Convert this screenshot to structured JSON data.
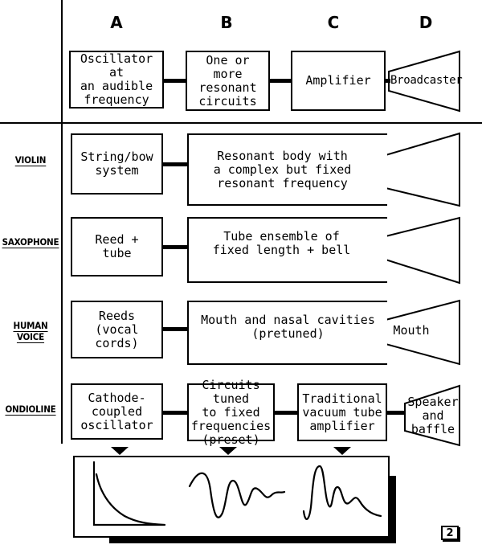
{
  "columns": [
    "A",
    "B",
    "C",
    "D"
  ],
  "header_row": {
    "a": "Oscillator at\nan audible\nfrequency",
    "b": "One or\nmore\nresonant\ncircuits",
    "c": "Amplifier",
    "d": "Broadcaster"
  },
  "rows": [
    {
      "label": "VIOLIN",
      "a": "String/bow\nsystem",
      "b": "Resonant body with\na complex but fixed\nresonant frequency"
    },
    {
      "label": "SAXOPHONE",
      "a": "Reed +\ntube",
      "b": "Tube ensemble of\nfixed length + bell"
    },
    {
      "label": "HUMAN VOICE",
      "a": "Reeds\n(vocal cords)",
      "b": "Mouth and nasal cavities\n(pretuned)",
      "d": "Mouth"
    },
    {
      "label": "ONDIOLINE",
      "a": "Cathode-\ncoupled\noscillator",
      "b": "Circuits tuned\nto fixed\nfrequencies\n(preset)",
      "c": "Traditional\nvacuum tube\namplifier",
      "d": "Speaker\nand\nbaffle"
    }
  ],
  "page_number": "2",
  "colors": {
    "ink": "#000000",
    "paper": "#ffffff"
  }
}
